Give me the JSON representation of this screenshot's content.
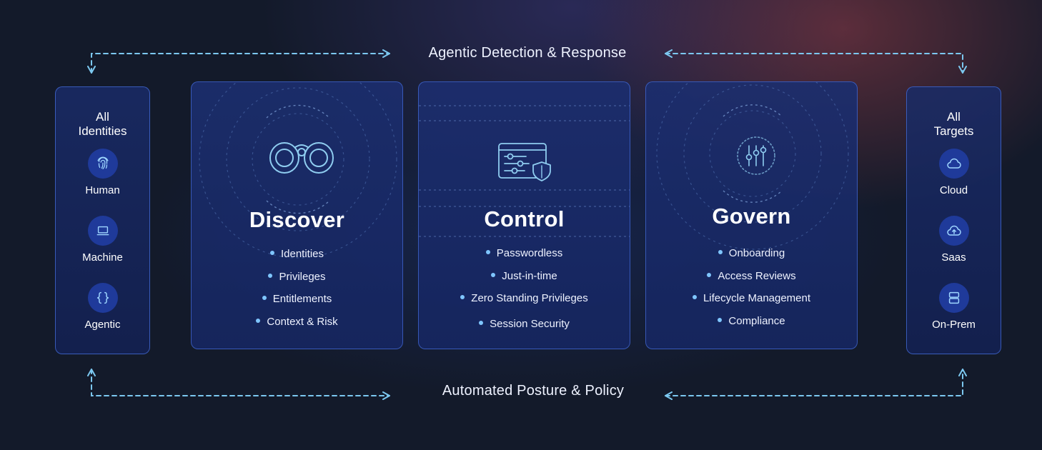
{
  "flows": {
    "top_label": "Agentic Detection & Response",
    "bottom_label": "Automated Posture & Policy",
    "line_color": "#7cc8f0"
  },
  "identities": {
    "title": "All Identities",
    "items": [
      {
        "label": "Human",
        "icon": "fingerprint-icon"
      },
      {
        "label": "Machine",
        "icon": "laptop-icon"
      },
      {
        "label": "Agentic",
        "icon": "braces-icon"
      }
    ]
  },
  "targets": {
    "title": "All Targets",
    "items": [
      {
        "label": "Cloud",
        "icon": "cloud-icon"
      },
      {
        "label": "Saas",
        "icon": "cloud-upload-icon"
      },
      {
        "label": "On-Prem",
        "icon": "server-icon"
      }
    ]
  },
  "pillars": [
    {
      "title": "Discover",
      "icon": "binoculars-icon",
      "items": [
        "Identities",
        "Privileges",
        "Entitlements",
        "Context & Risk"
      ]
    },
    {
      "title": "Control",
      "icon": "control-panel-shield-icon",
      "items": [
        "Passwordless",
        "Just-in-time",
        "Zero Standing Privileges",
        "Session Security"
      ]
    },
    {
      "title": "Govern",
      "icon": "sliders-icon",
      "items": [
        "Onboarding",
        "Access Reviews",
        "Lifecycle Management",
        "Compliance"
      ]
    }
  ],
  "colors": {
    "accent": "#7fc6ff",
    "panel_border": "#466edc",
    "icon_circle": "#1f3a9a",
    "background": "#131a2a"
  }
}
